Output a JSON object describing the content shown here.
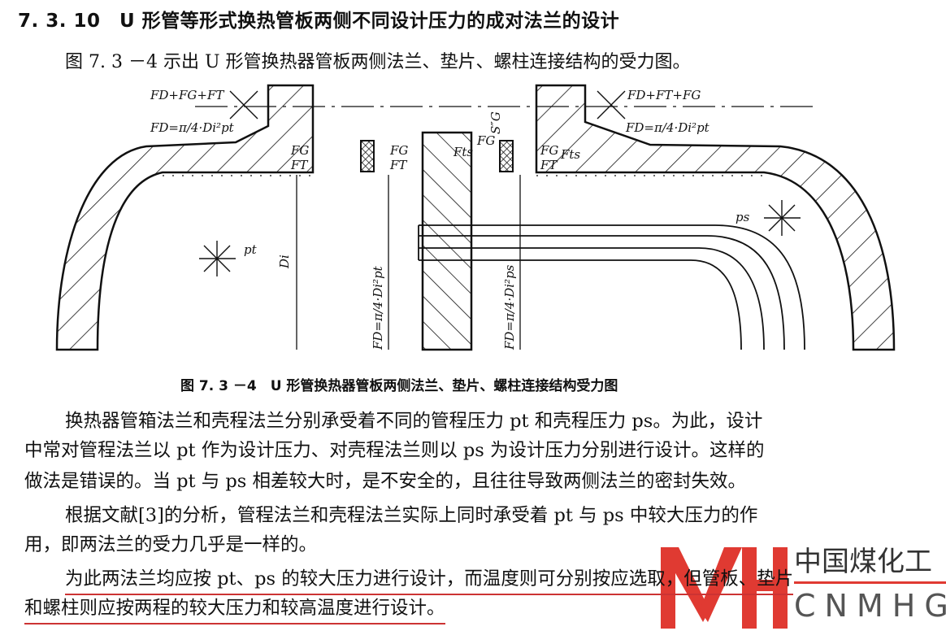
{
  "section": {
    "heading": "7. 3. 10　U 形管等形式换热管板两侧不同设计压力的成对法兰的设计"
  },
  "intro": "图 7. 3 －4 示出 U 形管换热器管板两侧法兰、垫片、螺柱连接结构的受力图。",
  "figure": {
    "caption": "图 7. 3 －4　U 形管换热器管板两侧法兰、垫片、螺柱连接结构受力图",
    "labels": {
      "left_total": "FD+FG+FT",
      "left_fd": "FD=π/4·Di²pt",
      "fg": "FG",
      "ft": "FT",
      "fts": "Fts",
      "sg": "S″G",
      "right_total": "FD+FT+FG",
      "right_fd": "FD=π/4·Di²pt",
      "pt": "pt",
      "ps": "ps",
      "di": "Di",
      "v_fd_t": "FD=π/4·Di²pt",
      "v_fd_s": "FD=π/4·Di²ps"
    }
  },
  "paragraphs": [
    {
      "lines": [
        "换热器管箱法兰和壳程法兰分别承受着不同的管程压力 pt 和壳程压力 ps。为此，设计",
        "中常对管程法兰以 pt 作为设计压力、对壳程法兰则以 ps 为设计压力分别进行设计。这样的",
        "做法是错误的。当 pt 与 ps 相差较大时，是不安全的，且往往导致两侧法兰的密封失效。"
      ]
    },
    {
      "lines": [
        "根据文献[3]的分析，管程法兰和壳程法兰实际上同时承受着 pt 与 ps 中较大压力的作",
        "用，即两法兰的受力几乎是一样的。"
      ]
    },
    {
      "lines": [
        "为此两法兰均应按 pt、ps 的较大压力进行设计，而温度则可分别按应选取，但管板、垫片",
        "和螺柱则应按两程的较大压力和较高温度进行设计。"
      ]
    }
  ],
  "watermark": {
    "logo": "MH",
    "cn": "中国煤化工",
    "en": "CNMHG",
    "color": "#e03a32"
  }
}
